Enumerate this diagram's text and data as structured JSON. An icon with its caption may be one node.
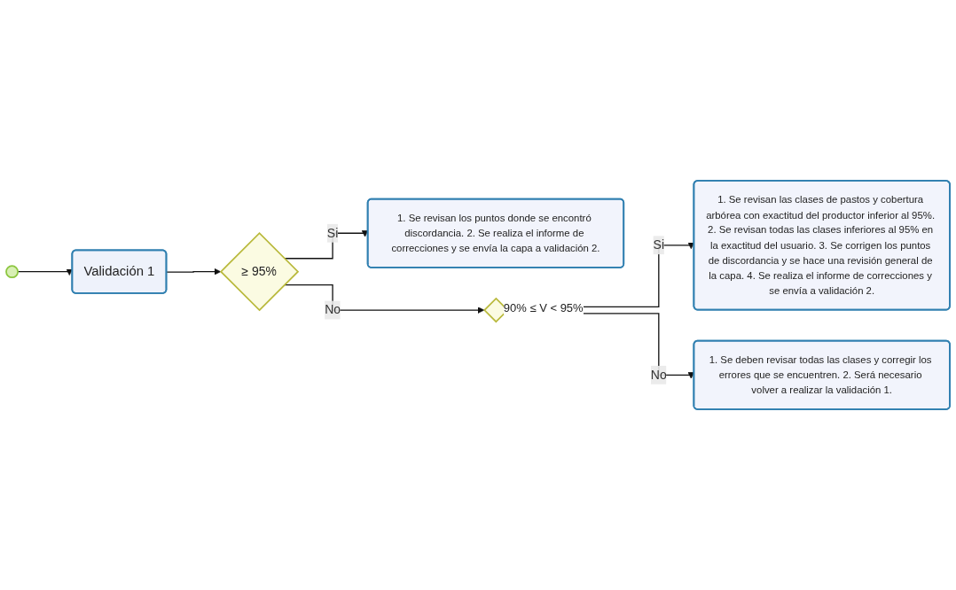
{
  "diagram": {
    "nodes": [
      {
        "text": [],
        "shape": "circle"
      },
      {
        "text": [
          "Validación 1"
        ]
      },
      {
        "text": [
          "≥ 95%"
        ]
      },
      {
        "text": [
          "1. Se revisan los puntos donde se encontró discordancia. 2. Se realiza el informe de correcciones y se envía la capa a validación 2."
        ]
      },
      {
        "text": [],
        "shape": "diamond",
        "beside": [
          "90% ≤ V < 95%"
        ]
      },
      {
        "text": [
          "1. Se revisan las clases de pastos y cobertura arbórea con exactitud del productor inferior al 95%. 2. Se revisan todas las clases inferiores al 95% en la exactitud del usuario. 3. Se corrigen los puntos de discordancia y se hace una revisión general de la capa. 4. Se realiza el informe de correcciones y se envía a validación 2."
        ]
      },
      {
        "text": [
          "1. Se deben revisar todas las clases y corregir los errores que se encuentren. 2. Será necesario volver a realizar la validación 1."
        ]
      }
    ],
    "edges": [
      {
        "from": 0,
        "to": 1,
        "arrow": "to"
      },
      {
        "from": 1,
        "to": 2,
        "arrow": "to"
      },
      {
        "from": 2,
        "to": 3,
        "label": "Si",
        "arrow": "to"
      },
      {
        "from": 2,
        "to": 4,
        "label": "No",
        "arrow": "to"
      },
      {
        "from": 4,
        "to": 5,
        "label": "Si",
        "arrow": "to"
      },
      {
        "from": 4,
        "to": 6,
        "label": "No",
        "arrow": "to"
      }
    ]
  }
}
